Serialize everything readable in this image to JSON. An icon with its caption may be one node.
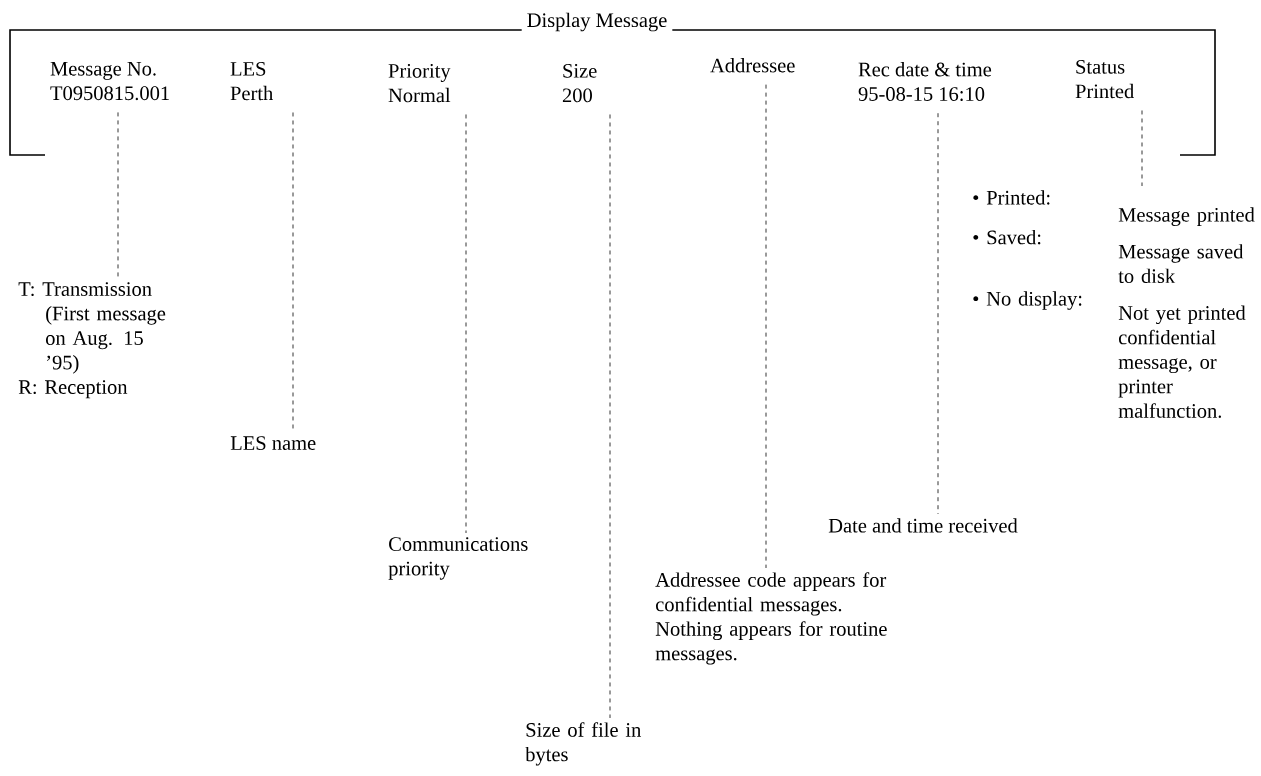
{
  "diagram": {
    "nodes": [
      {
        "text": [
          "Display Message"
        ]
      },
      {
        "text": [
          "Message No.",
          "T0950815.001"
        ],
        "in": 0
      },
      {
        "text": [
          "LES",
          "Perth"
        ],
        "in": 0
      },
      {
        "text": [
          "Priority",
          "Normal"
        ],
        "in": 0
      },
      {
        "text": [
          "Size",
          "200"
        ],
        "in": 0
      },
      {
        "text": [
          "Addressee"
        ],
        "in": 0
      },
      {
        "text": [
          "Rec date & time",
          "95-08-15 16:10"
        ],
        "in": 0
      },
      {
        "text": [
          "Status",
          "Printed"
        ],
        "in": 0
      },
      {
        "text": [
          "T: Transmission",
          "(First message on Aug. 15 ’95)",
          "R: Reception"
        ]
      },
      {
        "text": [
          "LES name"
        ]
      },
      {
        "text": [
          "Communications priority"
        ]
      },
      {
        "text": [
          "Size of file in bytes"
        ]
      },
      {
        "text": [
          "Addressee code appears for confidential messages.",
          "Nothing appears for routine messages."
        ]
      },
      {
        "text": [
          "Date and time received"
        ]
      },
      {
        "text": [
          "• Printed:",
          "Message printed",
          "• Saved:",
          "Message saved to disk",
          "• No display:",
          "Not yet printed confidential message, or printer malfunction."
        ]
      }
    ],
    "edges": [
      {
        "from": 1,
        "to": 8,
        "arrow": "none",
        "style": "dashed"
      },
      {
        "from": 2,
        "to": 9,
        "arrow": "none",
        "style": "dashed"
      },
      {
        "from": 3,
        "to": 10,
        "arrow": "none",
        "style": "dashed"
      },
      {
        "from": 4,
        "to": 11,
        "arrow": "none",
        "style": "dashed"
      },
      {
        "from": 5,
        "to": 12,
        "arrow": "none",
        "style": "dashed"
      },
      {
        "from": 6,
        "to": 13,
        "arrow": "none",
        "style": "dashed"
      },
      {
        "from": 7,
        "to": 14,
        "arrow": "none",
        "style": "dashed"
      }
    ]
  }
}
